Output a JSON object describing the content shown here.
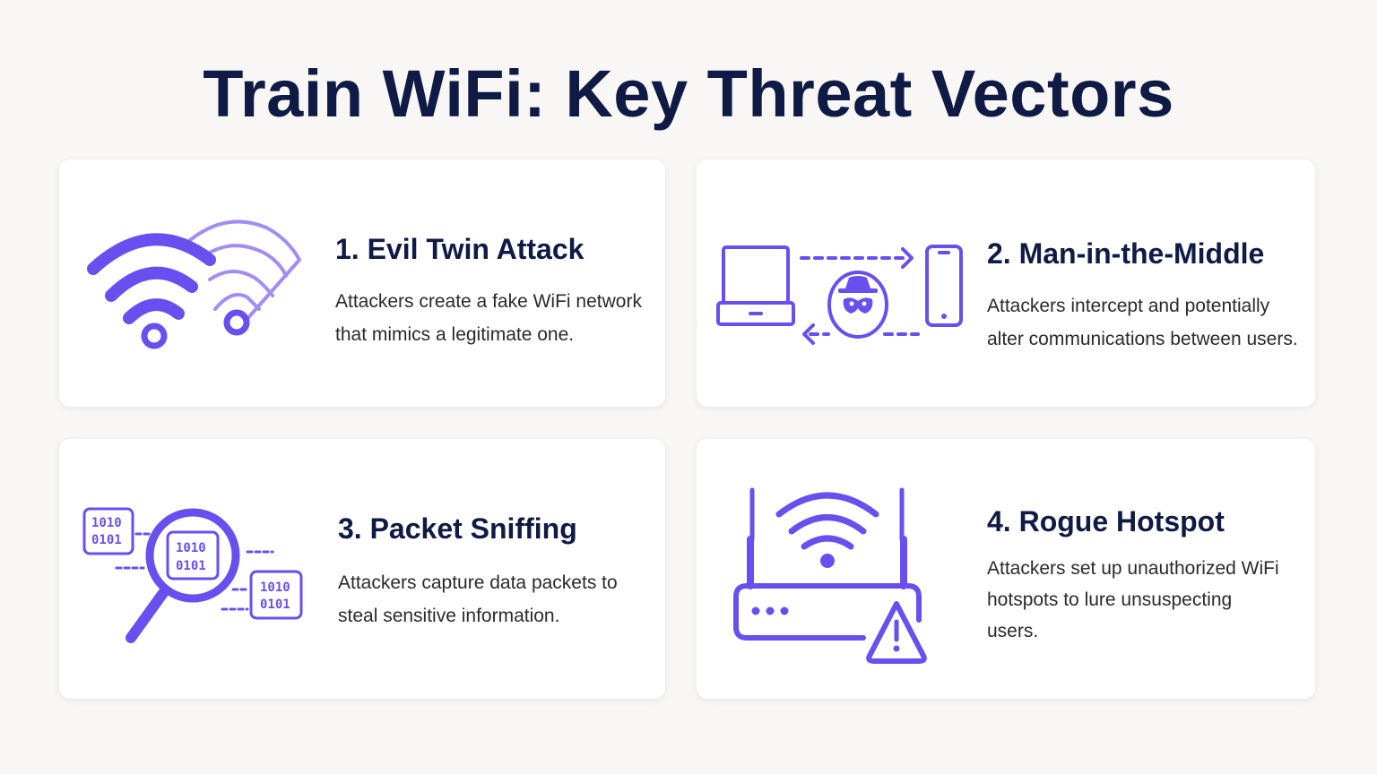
{
  "page": {
    "title": "Train WiFi: Key Threat Vectors"
  },
  "colors": {
    "background": "#f8f7f5",
    "card": "#ffffff",
    "title_text": "#0f1a45",
    "body_text": "#2a2a2e",
    "accent_purple": "#6a4ff0",
    "accent_purple_light": "#a48cf5"
  },
  "cards": [
    {
      "number": "1",
      "title": "1. Evil Twin Attack",
      "description": "Attackers create a fake WiFi network that mimics a legitimate one.",
      "icon": "wifi-twin-icon"
    },
    {
      "number": "2",
      "title": "2. Man-in-the-Middle",
      "description": "Attackers intercept and potentially alter communications between users.",
      "icon": "man-in-the-middle-icon"
    },
    {
      "number": "3",
      "title": "3. Packet Sniffing",
      "description": "Attackers capture data packets to steal sensitive information.",
      "icon": "magnifier-packets-icon",
      "packet_labels": [
        "1010",
        "0101"
      ]
    },
    {
      "number": "4",
      "title": "4. Rogue Hotspot",
      "description": "Attackers set up unauthorized WiFi hotspots to lure unsuspecting users.",
      "icon": "router-warning-icon"
    }
  ]
}
